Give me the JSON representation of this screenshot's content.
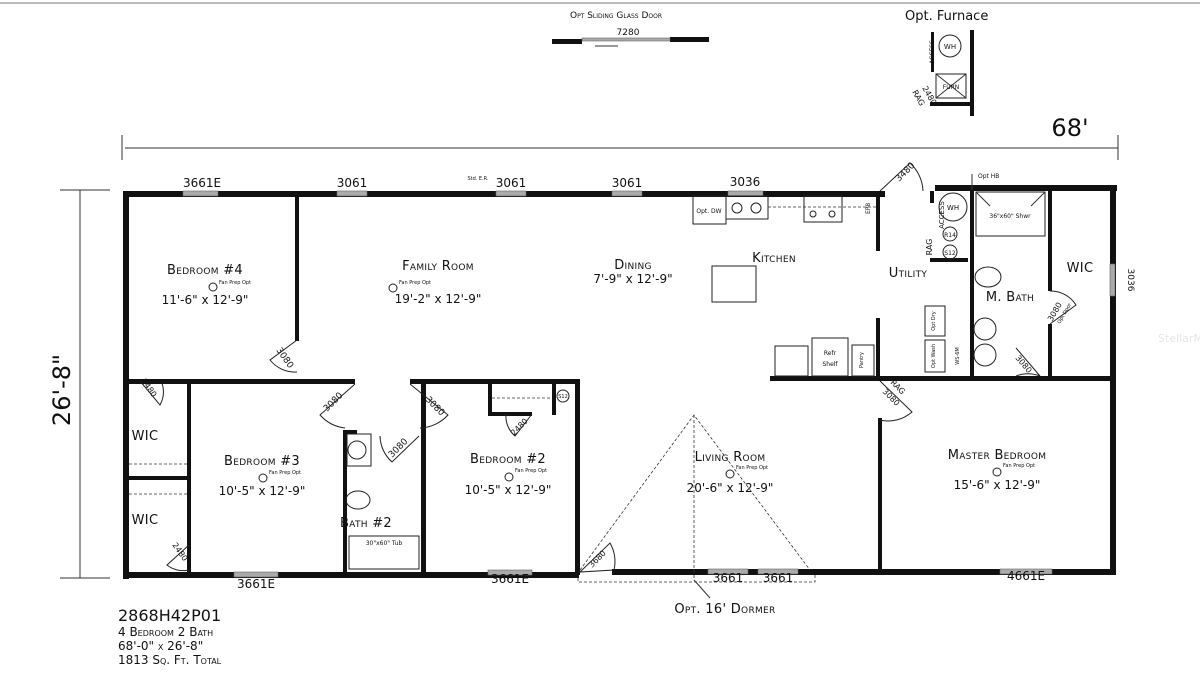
{
  "plan": {
    "model": "2868H42P01",
    "beds_baths": "4 Bedroom 2 Bath",
    "size": "68'-0\" x 26'-8\"",
    "area": "1813 Sq. Ft. Total"
  },
  "dimensions": {
    "width": "68'",
    "depth": "26'-8\""
  },
  "options": {
    "sliding_door_title": "Opt Sliding Glass Door",
    "sliding_door_size": "7280",
    "furnace_title": "Opt. Furnace",
    "furnace_wh": "WH",
    "furnace_access": "ACCESS",
    "furnace_door": "2480",
    "furnace_rag": "RAG",
    "furnace_label": "FURN",
    "dormer": "Opt. 16' Dormer"
  },
  "rooms": {
    "bedroom4": {
      "name": "Bedroom #4",
      "size": "11'-6\" x 12'-9\"",
      "fan": "Fan Prep Opt"
    },
    "family": {
      "name": "Family Room",
      "size": "19'-2\" x 12'-9\"",
      "fan": "Fan Prep Opt"
    },
    "dining": {
      "name": "Dining",
      "size": "7'-9\" x 12'-9\""
    },
    "kitchen": {
      "name": "Kitchen"
    },
    "utility": {
      "name": "Utility"
    },
    "mbath": {
      "name": "M. Bath"
    },
    "wic_master": {
      "name": "WIC"
    },
    "bedroom3": {
      "name": "Bedroom #3",
      "size": "10'-5\" x 12'-9\"",
      "fan": "Fan Prep Opt"
    },
    "bedroom2": {
      "name": "Bedroom #2",
      "size": "10'-5\" x 12'-9\"",
      "fan": "Fan Prep Opt"
    },
    "bath2": {
      "name": "Bath #2"
    },
    "wic1": {
      "name": "WIC"
    },
    "wic2": {
      "name": "WIC"
    },
    "living": {
      "name": "Living Room",
      "size": "20'-6\" x 12'-9\"",
      "fan": "Fan Prep Opt"
    },
    "master": {
      "name": "Master Bedroom",
      "size": "15'-6\" x 12'-9\"",
      "fan": "Fan Prep Opt"
    }
  },
  "windows": {
    "top1": "3661E",
    "top2": "3061",
    "top3": "3061",
    "top4": "3061",
    "top5": "3036",
    "std_er": "Std. E.R.",
    "right": "3036",
    "bottom1": "3661E",
    "bottom2": "3661E",
    "bottom3": "3661",
    "bottom4": "3661",
    "bottom5": "4661E"
  },
  "doors": {
    "d_bed4": "3080",
    "d_wic1": "2480",
    "d_wic2": "2480",
    "d_bed3": "3080",
    "d_bath2": "3080",
    "d_bed2": "3080",
    "d_bed2_closet": "2480",
    "d_front": "3680",
    "d_back": "3480",
    "d_master": "3080",
    "d_master_rag": "RAG",
    "d_mbath": "3080",
    "d_wic_master": "3080",
    "d_wic_master_opt": "Opt Door"
  },
  "fixtures": {
    "opt_dw": "Opt. DW",
    "ep8": "EP8",
    "access": "ACCESS",
    "wh": "WH",
    "rag": "RAG",
    "r14": "R14",
    "s12": "S12",
    "shower": "36\"x60\" Shwr",
    "opt_hb": "Opt HB",
    "opt_dry": "Opt Dry",
    "opt_wash": "Opt Wash",
    "wash_box": "WS-6M",
    "refr": "Refr",
    "shelf": "Shelf",
    "pantry": "Pantry",
    "tub": "30\"x60\" Tub",
    "bed2_s12": "S12"
  },
  "watermark": "StellarMLS"
}
